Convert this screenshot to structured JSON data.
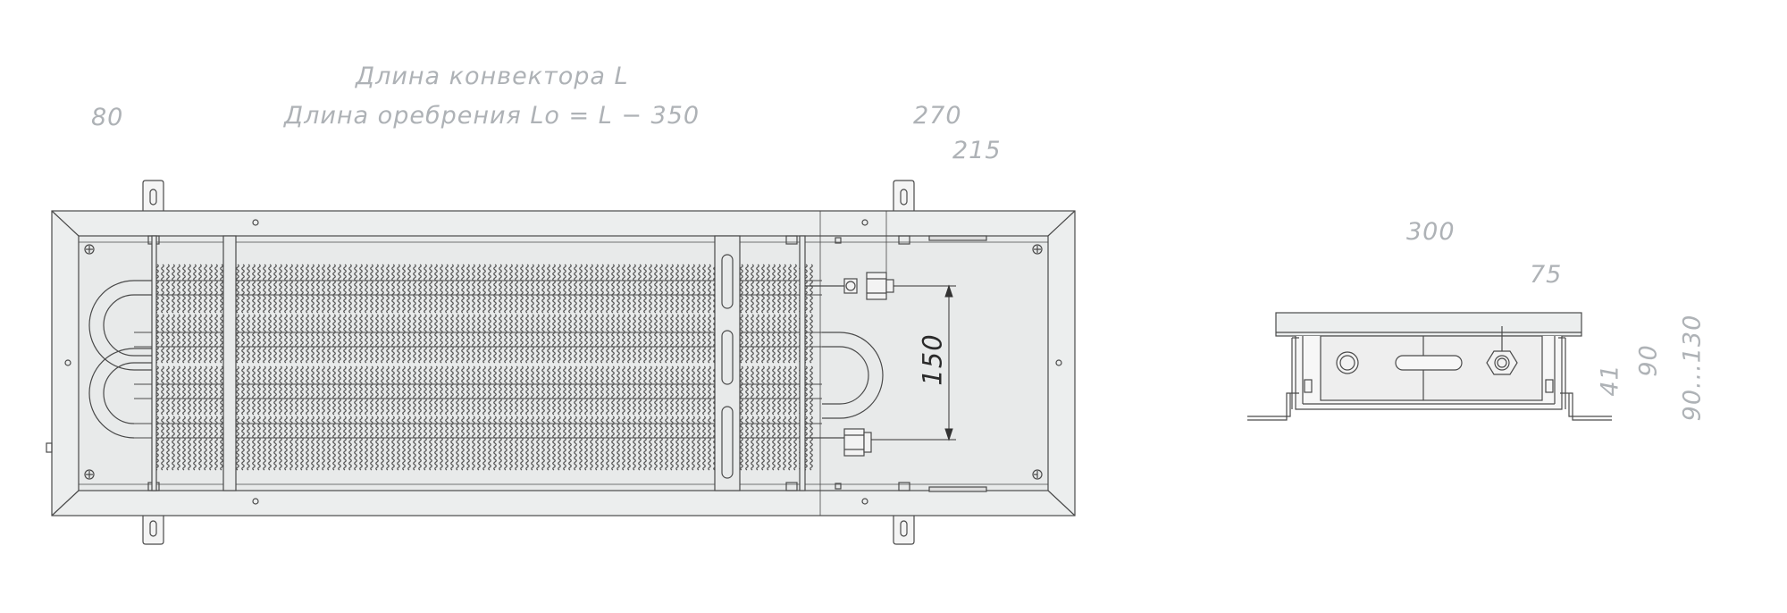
{
  "labels": {
    "convector_length": "Длина конвектора L",
    "fin_length": "Длина оребрения Lo = L − 350",
    "left_offset": "80",
    "right_offset": "270",
    "pipe_offset": "215",
    "pipe_spacing": "150",
    "section_width": "300",
    "section_pipe_offset": "75",
    "section_small_height": "41",
    "section_height": "90",
    "section_height_range": "90...130"
  },
  "colors": {
    "line": "#4a4a4a",
    "fill_frame": "#eceeee",
    "fill_inner": "#e8eaea",
    "dim_text": "#aeb2b6"
  }
}
